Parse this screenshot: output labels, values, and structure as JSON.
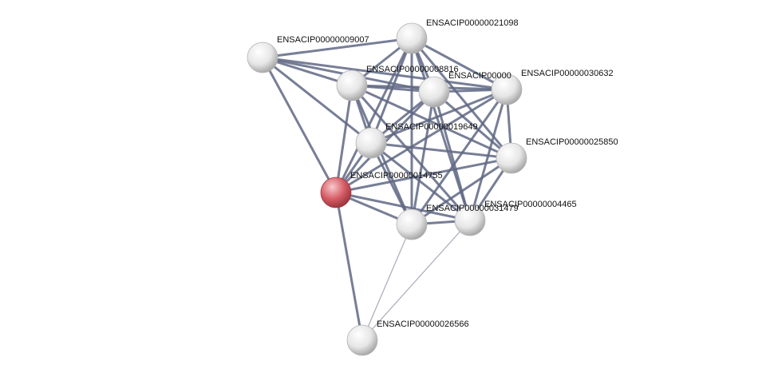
{
  "network": {
    "nodes": [
      {
        "id": "n9007",
        "label": "ENSACIP00000009007",
        "highlight": false
      },
      {
        "id": "n21098",
        "label": "ENSACIP00000021098",
        "highlight": false
      },
      {
        "id": "n8816",
        "label": "ENSACIP00000008816",
        "highlight": false
      },
      {
        "id": "nmid",
        "label": "ENSACIP00000",
        "highlight": false
      },
      {
        "id": "n30632",
        "label": "ENSACIP00000030632",
        "highlight": false
      },
      {
        "id": "n19649",
        "label": "ENSACIP00000019649",
        "highlight": false
      },
      {
        "id": "n25850",
        "label": "ENSACIP00000025850",
        "highlight": false
      },
      {
        "id": "n14755",
        "label": "ENSACIP00000014755",
        "highlight": true
      },
      {
        "id": "n31479",
        "label": "ENSACIP00000031479",
        "highlight": false
      },
      {
        "id": "n4465",
        "label": "ENSACIP00000004465",
        "highlight": false
      },
      {
        "id": "n26566",
        "label": "ENSACIP00000026566",
        "highlight": false
      }
    ],
    "edges": [
      {
        "source": "n9007",
        "target": "n21098",
        "strength": "strong"
      },
      {
        "source": "n9007",
        "target": "n8816",
        "strength": "strong"
      },
      {
        "source": "n9007",
        "target": "nmid",
        "strength": "strong"
      },
      {
        "source": "n9007",
        "target": "n30632",
        "strength": "strong"
      },
      {
        "source": "n9007",
        "target": "n19649",
        "strength": "strong"
      },
      {
        "source": "n9007",
        "target": "n14755",
        "strength": "strong"
      },
      {
        "source": "n21098",
        "target": "n8816",
        "strength": "strong"
      },
      {
        "source": "n21098",
        "target": "nmid",
        "strength": "strong"
      },
      {
        "source": "n21098",
        "target": "n30632",
        "strength": "strong"
      },
      {
        "source": "n21098",
        "target": "n19649",
        "strength": "strong"
      },
      {
        "source": "n21098",
        "target": "n25850",
        "strength": "strong"
      },
      {
        "source": "n21098",
        "target": "n14755",
        "strength": "strong"
      },
      {
        "source": "n21098",
        "target": "n31479",
        "strength": "strong"
      },
      {
        "source": "n21098",
        "target": "n4465",
        "strength": "strong"
      },
      {
        "source": "n8816",
        "target": "nmid",
        "strength": "strong"
      },
      {
        "source": "n8816",
        "target": "n30632",
        "strength": "strong"
      },
      {
        "source": "n8816",
        "target": "n19649",
        "strength": "strong"
      },
      {
        "source": "n8816",
        "target": "n25850",
        "strength": "strong"
      },
      {
        "source": "n8816",
        "target": "n14755",
        "strength": "strong"
      },
      {
        "source": "n8816",
        "target": "n31479",
        "strength": "strong"
      },
      {
        "source": "n8816",
        "target": "n4465",
        "strength": "strong"
      },
      {
        "source": "nmid",
        "target": "n30632",
        "strength": "strong"
      },
      {
        "source": "nmid",
        "target": "n19649",
        "strength": "strong"
      },
      {
        "source": "nmid",
        "target": "n25850",
        "strength": "strong"
      },
      {
        "source": "nmid",
        "target": "n14755",
        "strength": "strong"
      },
      {
        "source": "nmid",
        "target": "n31479",
        "strength": "strong"
      },
      {
        "source": "nmid",
        "target": "n4465",
        "strength": "strong"
      },
      {
        "source": "n30632",
        "target": "n19649",
        "strength": "strong"
      },
      {
        "source": "n30632",
        "target": "n25850",
        "strength": "strong"
      },
      {
        "source": "n30632",
        "target": "n14755",
        "strength": "strong"
      },
      {
        "source": "n30632",
        "target": "n31479",
        "strength": "strong"
      },
      {
        "source": "n30632",
        "target": "n4465",
        "strength": "strong"
      },
      {
        "source": "n19649",
        "target": "n25850",
        "strength": "strong"
      },
      {
        "source": "n19649",
        "target": "n14755",
        "strength": "strong"
      },
      {
        "source": "n19649",
        "target": "n31479",
        "strength": "strong"
      },
      {
        "source": "n19649",
        "target": "n4465",
        "strength": "strong"
      },
      {
        "source": "n25850",
        "target": "n14755",
        "strength": "strong"
      },
      {
        "source": "n25850",
        "target": "n31479",
        "strength": "strong"
      },
      {
        "source": "n25850",
        "target": "n4465",
        "strength": "strong"
      },
      {
        "source": "n14755",
        "target": "n31479",
        "strength": "strong"
      },
      {
        "source": "n14755",
        "target": "n4465",
        "strength": "strong"
      },
      {
        "source": "n14755",
        "target": "n26566",
        "strength": "strong"
      },
      {
        "source": "n31479",
        "target": "n4465",
        "strength": "strong"
      },
      {
        "source": "n31479",
        "target": "n26566",
        "strength": "weak"
      },
      {
        "source": "n4465",
        "target": "n26566",
        "strength": "weak"
      }
    ],
    "colors": {
      "edge_strong": "#5f6784",
      "edge_weak": "#a8abb8",
      "node_default": "#d9d9d9",
      "node_highlight": "#c9525b"
    }
  }
}
